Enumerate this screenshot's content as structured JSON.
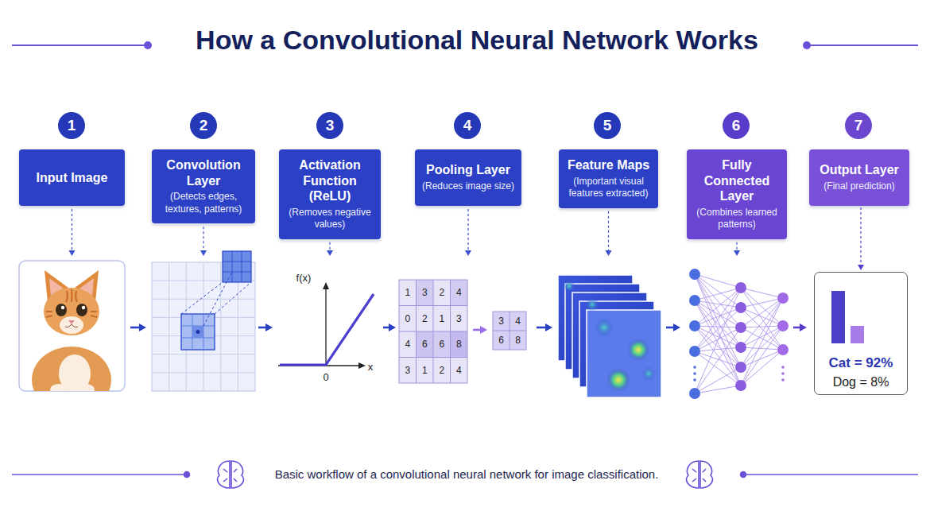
{
  "diagram": {
    "title": "How a Convolutional Neural Network Works",
    "caption": "Basic workflow of a convolutional neural network for image classification.",
    "nodes": [
      {
        "text": [
          "1"
        ]
      },
      {
        "text": [
          "2"
        ]
      },
      {
        "text": [
          "3"
        ]
      },
      {
        "text": [
          "4"
        ]
      },
      {
        "text": [
          "5"
        ]
      },
      {
        "text": [
          "6"
        ]
      },
      {
        "text": [
          "7"
        ]
      },
      {
        "text": [
          "Input Image"
        ]
      },
      {
        "text": [
          "Convolution Layer",
          "(Detects edges, textures, patterns)"
        ]
      },
      {
        "text": [
          "Activation Function (ReLU)",
          "(Removes negative values)"
        ]
      },
      {
        "text": [
          "Pooling Layer",
          "(Reduces image size)"
        ]
      },
      {
        "text": [
          "Feature Maps",
          "(Important visual features extracted)"
        ]
      },
      {
        "text": [
          "Fully Connected Layer",
          "(Combines learned patterns)"
        ]
      },
      {
        "text": [
          "Output Layer",
          "(Final prediction)"
        ]
      },
      {
        "text": [
          "Cat = 92%",
          "Dog = 8%"
        ]
      }
    ],
    "edges": [
      {
        "from": 13,
        "to": 14,
        "arrow": "to"
      }
    ],
    "labels": [
      "f(x)",
      "x",
      "0",
      "1",
      "3",
      "2",
      "4",
      "0",
      "2",
      "1",
      "3",
      "4",
      "6",
      "6",
      "8",
      "3",
      "1",
      "2",
      "4",
      "3",
      "4",
      "6",
      "8"
    ]
  }
}
